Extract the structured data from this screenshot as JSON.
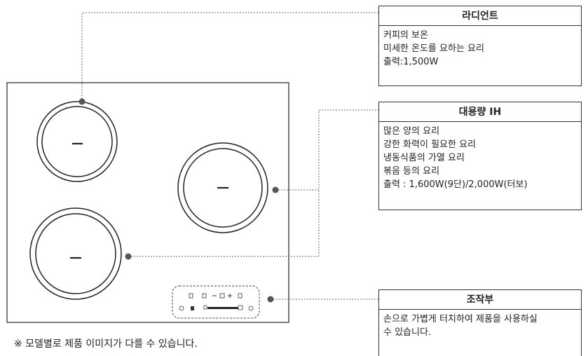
{
  "callouts": {
    "radiant": {
      "title": "라디언트",
      "lines": [
        "커피의 보온",
        "미세한 온도를 요하는 요리",
        "출력:1,500W"
      ]
    },
    "ih": {
      "title": "대용량 IH",
      "lines": [
        "많은 양의 요리",
        "강한 화력이 필요한 요리",
        "냉동식품의 가열 요리",
        "볶음 등의 요리",
        "출력 : 1,600W(9단)/2,000W(터보)"
      ]
    },
    "control": {
      "title": "조작부",
      "lines": [
        "손으로 가볍게 터치하여 제품을 사용하실",
        "수 있습니다."
      ]
    }
  },
  "footnote": "※ 모델별로 제품 이미지가 다를 수 있습니다.",
  "colors": {
    "line": "#222222",
    "dot": "#555555",
    "dash": "#666666"
  }
}
